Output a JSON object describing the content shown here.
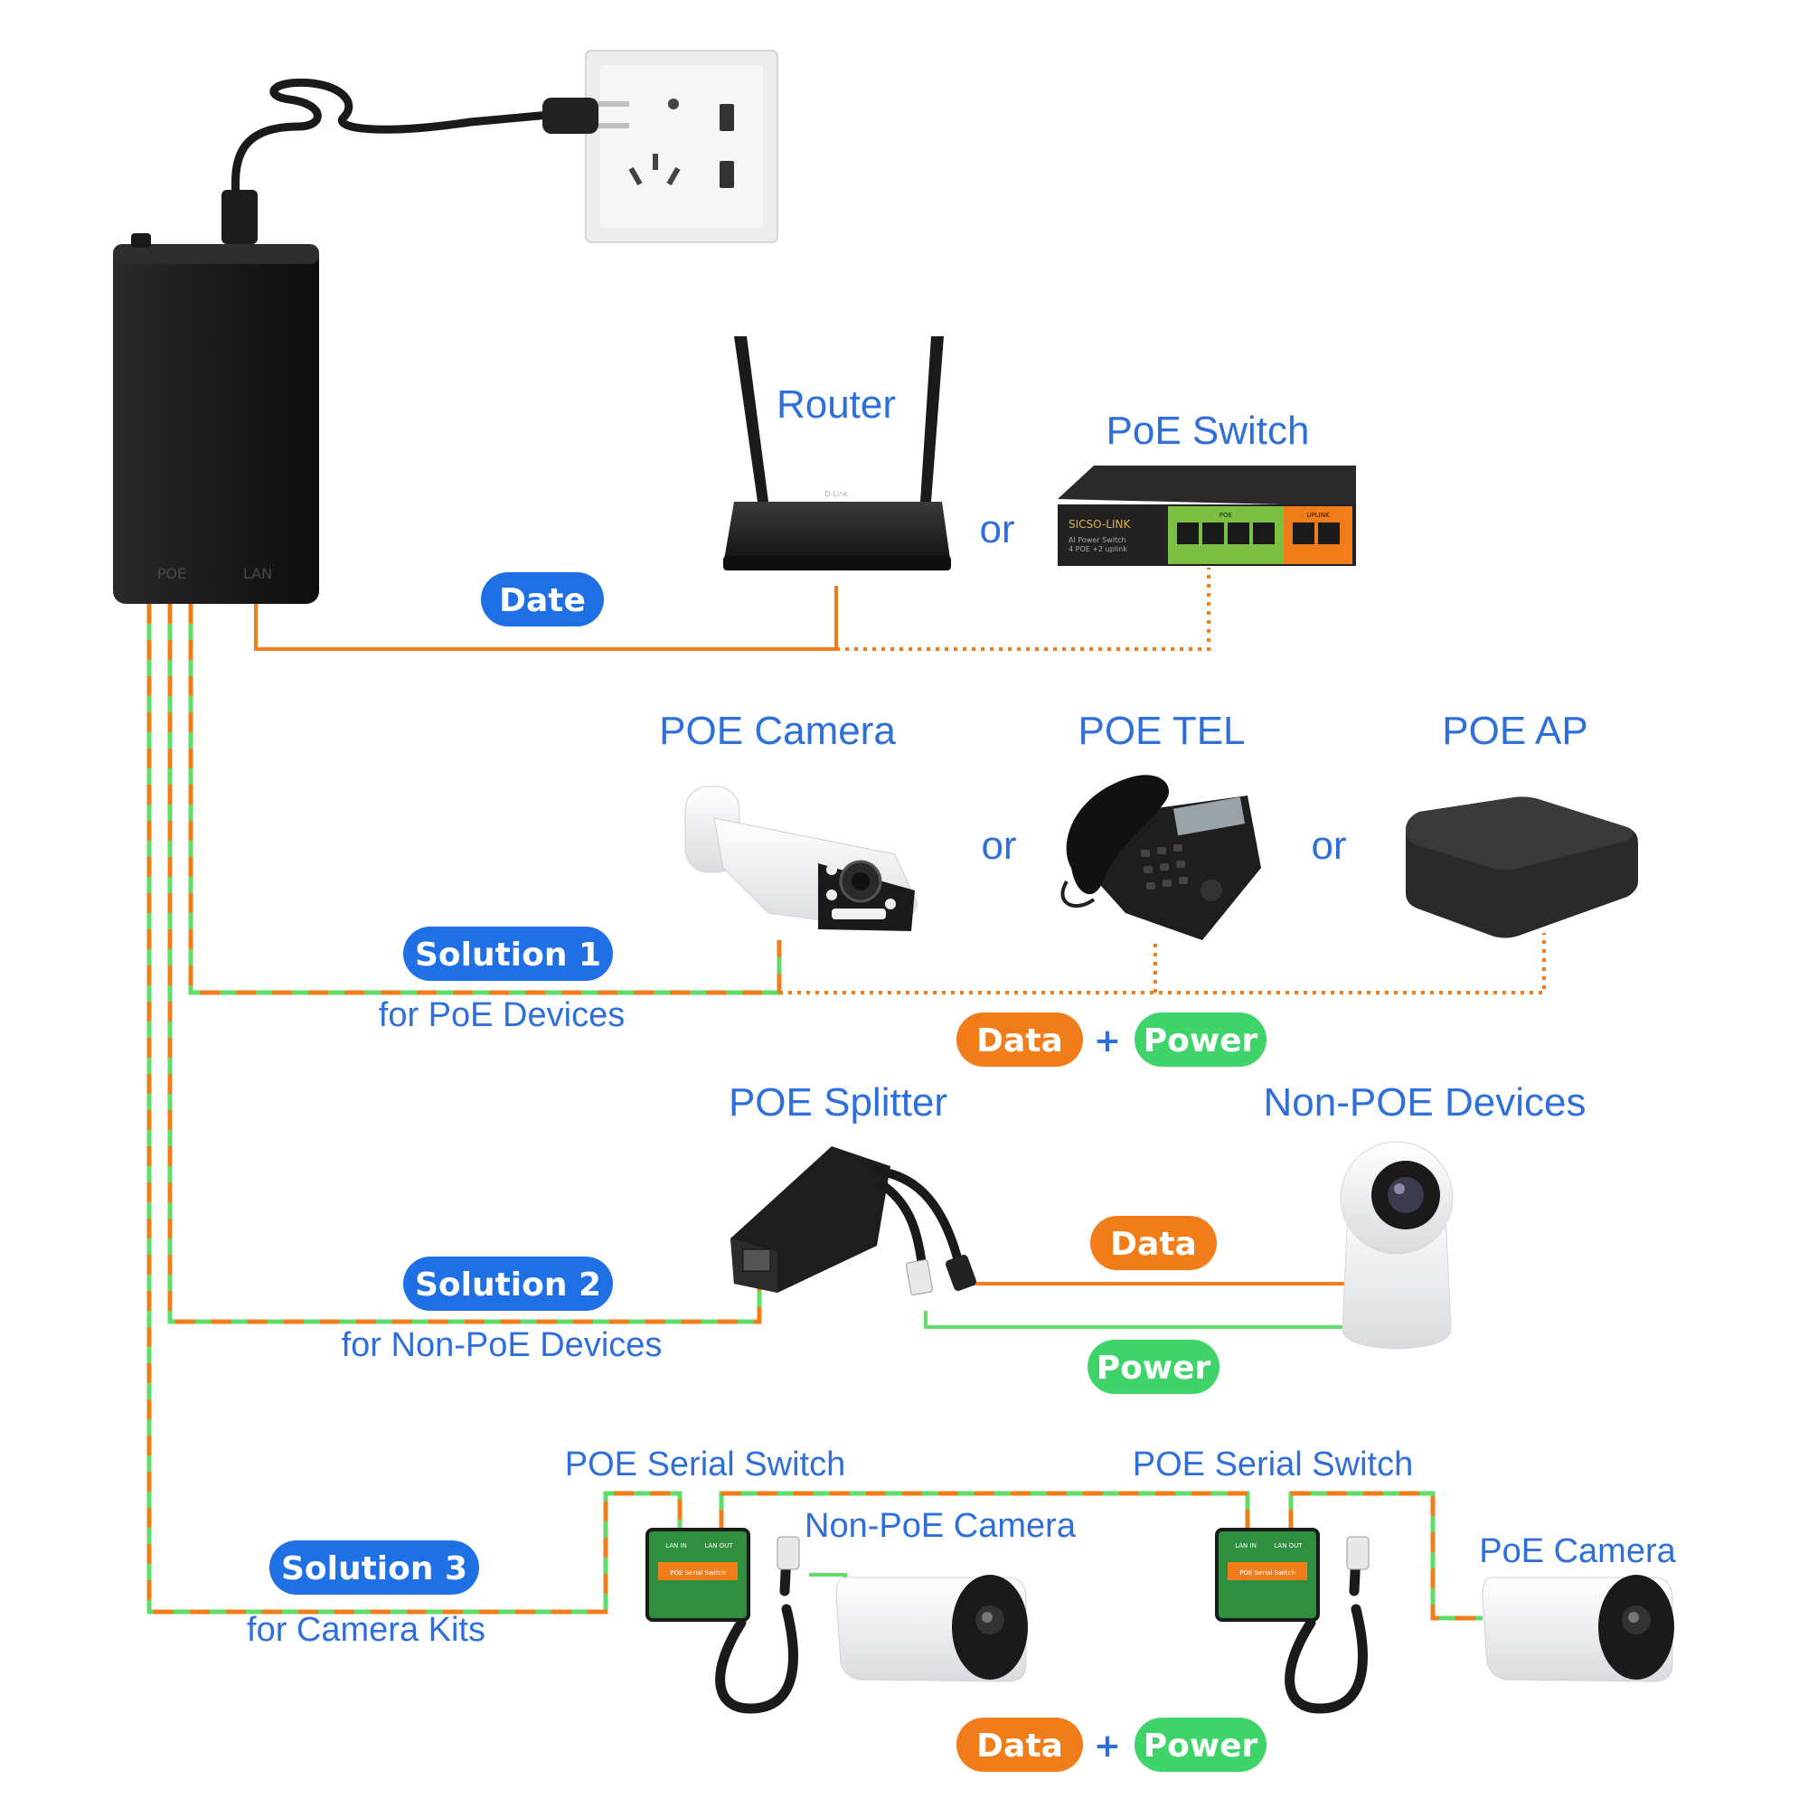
{
  "colors": {
    "blue": "#2f6fdc",
    "pill_blue": "#1f6fe5",
    "orange": "#f07d1a",
    "green": "#5fdc6a",
    "power_green": "#3fd46a"
  },
  "injector": {
    "port_poe": "POE",
    "port_lan": "LAN"
  },
  "labels": {
    "router": "Router",
    "poe_switch": "PoE Switch",
    "or": "or",
    "poe_camera": "POE Camera",
    "poe_tel": "POE TEL",
    "poe_ap": "POE AP",
    "poe_splitter": "POE Splitter",
    "non_poe_devices": "Non-POE Devices",
    "poe_serial_switch": "POE Serial Switch",
    "non_poe_camera": "Non-PoE Camera",
    "poe_camera_kit": "PoE Camera"
  },
  "pills": {
    "date": "Date",
    "solution1": "Solution 1",
    "solution2": "Solution 2",
    "solution3": "Solution 3",
    "data": "Data",
    "power": "Power",
    "plus": "+"
  },
  "subtitles": {
    "solution1": "for PoE Devices",
    "solution2": "for Non-PoE Devices",
    "solution3": "for Camera Kits"
  },
  "switch_panel": {
    "brand": "SICSO-LINK",
    "desc1": "AI Power Switch",
    "desc2": "4 POE +2 uplink",
    "poe": "POE",
    "uplink": "UPLINK"
  },
  "serial_switch": {
    "lan_in": "LAN IN",
    "lan_out": "LAN OUT",
    "name": "POE Serial Switch"
  }
}
